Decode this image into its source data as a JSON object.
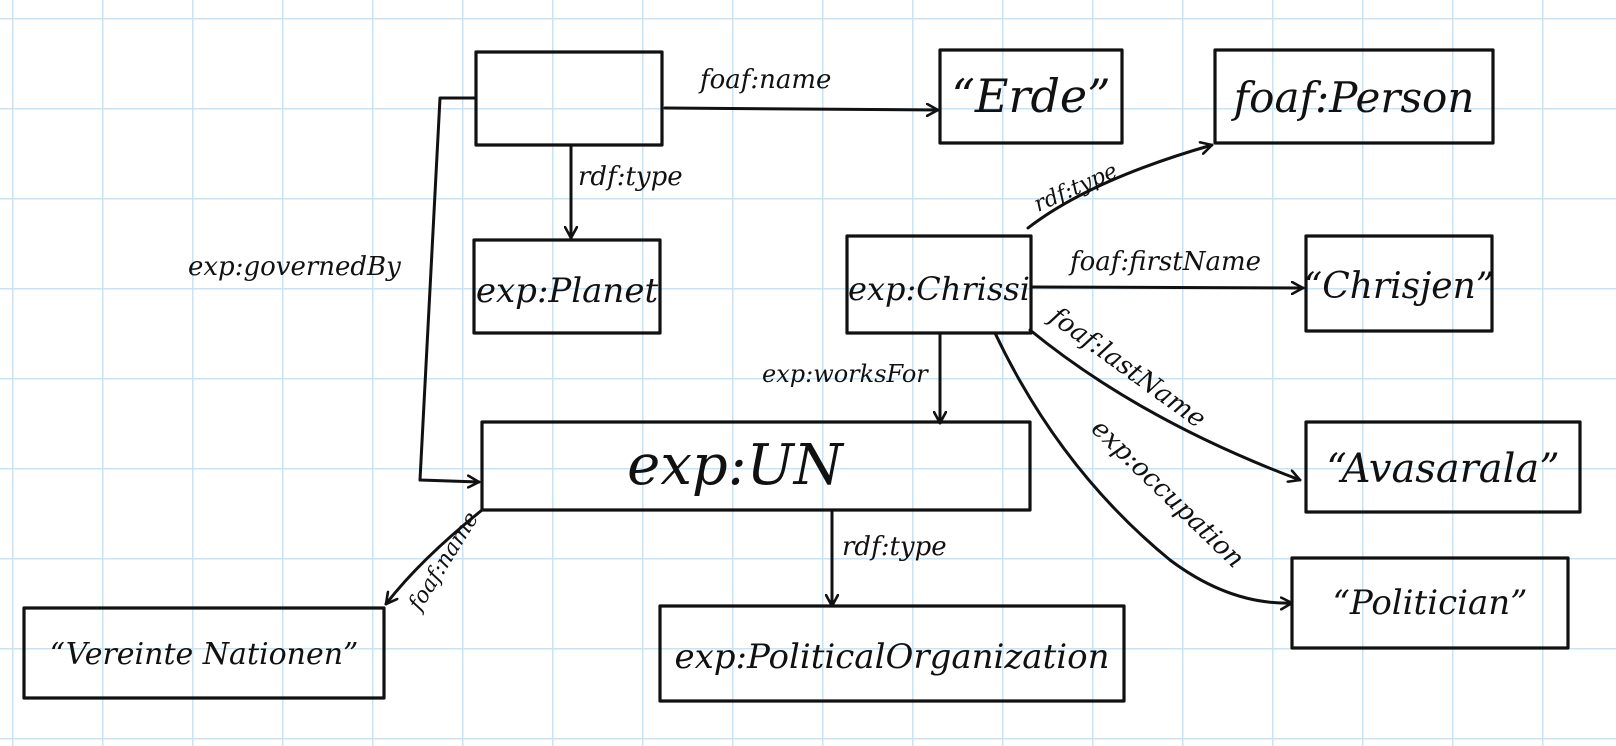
{
  "nodes": {
    "blank": "",
    "erde": "“Erde”",
    "foaf_person": "foaf:Person",
    "exp_planet": "exp:Planet",
    "exp_chrissi": "exp:Chrissi",
    "chrisjen": "“Chrisjen”",
    "exp_un": "exp:UN",
    "avasarala": "“Avasarala”",
    "politician": "“Politician”",
    "vereinte_nationen": "“Vereinte Nationen”",
    "political_org": "exp:PoliticalOrganization"
  },
  "edges": {
    "blank_name": "foaf:name",
    "blank_type": "rdf:type",
    "governed_by": "exp:governedBy",
    "chrissi_type": "rdf:type",
    "first_name": "foaf:firstName",
    "last_name": "foaf:lastName",
    "works_for": "exp:worksFor",
    "occupation": "exp:occupation",
    "un_type": "rdf:type",
    "un_name": "foaf:name"
  }
}
